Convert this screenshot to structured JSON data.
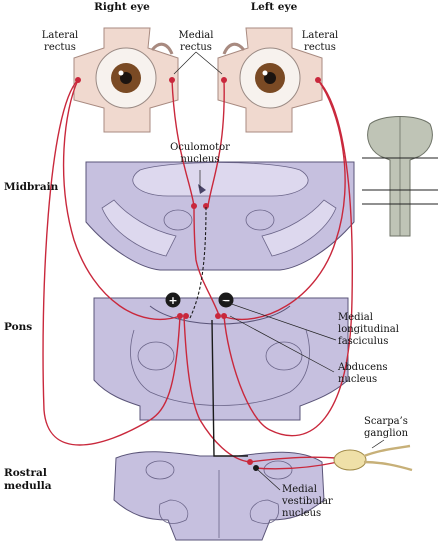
{
  "figure": {
    "eye_titles": {
      "right": "Right eye",
      "left": "Left eye"
    },
    "muscles": {
      "lateral_rectus_right": [
        "Lateral",
        "rectus"
      ],
      "medial_rectus": [
        "Medial",
        "rectus"
      ],
      "lateral_rectus_left": [
        "Lateral",
        "rectus"
      ]
    },
    "sections": {
      "midbrain": "Midbrain",
      "pons": "Pons",
      "rostral_medulla": [
        "Rostral",
        "medulla"
      ]
    },
    "structures": {
      "oculomotor_nucleus": [
        "Oculomotor",
        "nucleus"
      ],
      "mlf": [
        "Medial",
        "longitudinal",
        "fasciculus"
      ],
      "abducens_nucleus": [
        "Abducens",
        "nucleus"
      ],
      "scarpas_ganglion": [
        "Scarpa’s",
        "ganglion"
      ],
      "medial_vestibular_nucleus": [
        "Medial",
        "vestibular",
        "nucleus"
      ]
    },
    "signs": {
      "excitatory": "+",
      "inhibitory": "−"
    },
    "colors": {
      "pathway_red": "#c9283c",
      "inhibitory_black": "#1a1a1a",
      "brain_tissue": "#c6c0df",
      "muscle": "#f0d9cf",
      "iris": "#7a4a24"
    }
  }
}
